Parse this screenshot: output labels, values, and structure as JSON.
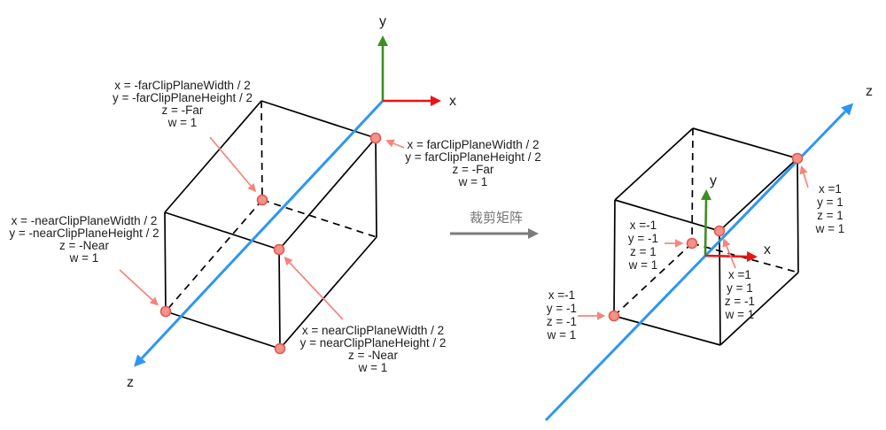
{
  "colors": {
    "axis_x_red": "#EE1111",
    "axis_y_green": "#3D8E21",
    "axis_z_blue": "#2E96F2",
    "annotation_pink": "#F4857C",
    "vertex_dot_fill": "#F2928A",
    "vertex_dot_stroke": "#E05A4E",
    "transform_arrow_gray": "#7B7B7B",
    "box_edge_black": "#000000",
    "text_color": "#1C1C1C"
  },
  "left_figure": {
    "axis_labels": {
      "x": "x",
      "y": "y",
      "z": "z"
    },
    "vertex_labels": {
      "far_bottom_left": {
        "lines": [
          "x = -farClipPlaneWidth / 2",
          "y = -farClipPlaneHeight / 2",
          "z = -Far",
          "w = 1"
        ]
      },
      "far_top_right": {
        "lines": [
          "x = farClipPlaneWidth / 2",
          "y = farClipPlaneHeight / 2",
          "z = -Far",
          "w = 1"
        ]
      },
      "near_bottom_left": {
        "lines": [
          "x = -nearClipPlaneWidth / 2",
          "y = -nearClipPlaneHeight / 2",
          "z = -Near",
          "w = 1"
        ]
      },
      "near_top_right": {
        "lines": [
          "x = nearClipPlaneWidth / 2",
          "y = nearClipPlaneHeight / 2",
          "z = -Near",
          "w = 1"
        ]
      }
    }
  },
  "transform_step": {
    "label": "裁剪矩阵"
  },
  "right_figure": {
    "axis_labels": {
      "x": "x",
      "y": "y",
      "z": "z"
    },
    "vertex_labels": {
      "far_bottom_left": {
        "lines": [
          "x =-1",
          "y = -1",
          "z = 1",
          "w = 1"
        ]
      },
      "near_top_right": {
        "lines": [
          "x =1",
          "y = 1",
          "z = -1",
          "w = 1"
        ]
      },
      "near_bottom_left": {
        "lines": [
          "x =-1",
          "y = -1",
          "z = -1",
          "w = 1"
        ]
      },
      "far_top_right": {
        "lines": [
          "x =1",
          "y = 1",
          "z = 1",
          "w = 1"
        ]
      }
    }
  }
}
